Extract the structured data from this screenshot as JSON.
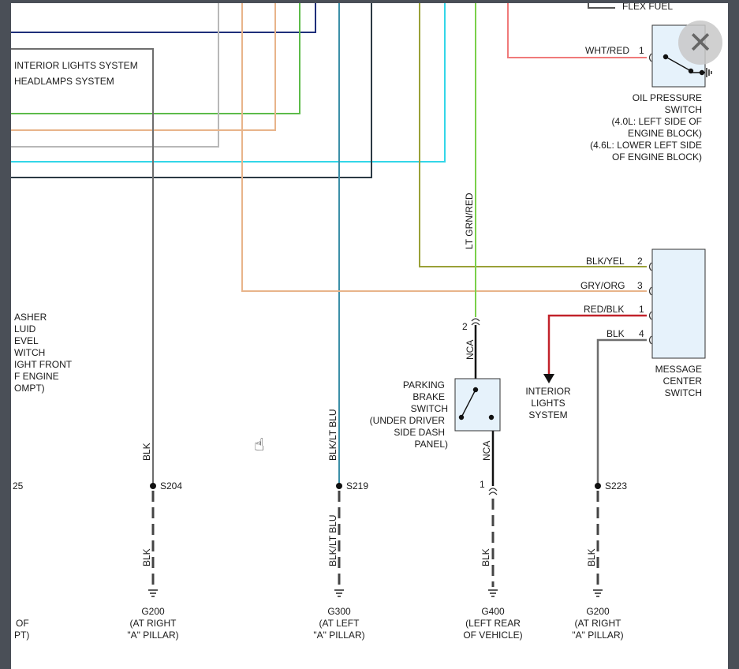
{
  "viewer": {
    "close_icon": "close-icon",
    "cursor_icon": "hand-pointer-icon"
  },
  "diagram": {
    "top_labels": {
      "flex_fuel": "FLEX FUEL",
      "interior_lights": "INTERIOR LIGHTS SYSTEM",
      "headlamps": "HEADLAMPS SYSTEM"
    },
    "washer_label": [
      "ASHER",
      "LUID",
      "EVEL",
      "WITCH",
      "IGHT FRONT",
      "F ENGINE",
      "OMPT)"
    ],
    "left_partial": {
      "splice": "25",
      "ground_lines": [
        "OF",
        "PT)"
      ]
    },
    "oil_pressure_switch": {
      "wire_label": "WHT/RED",
      "pin": "1",
      "name_lines": [
        "OIL PRESSURE",
        "SWITCH",
        "(4.0L: LEFT SIDE OF",
        "ENGINE BLOCK)",
        "(4.6L: LOWER LEFT SIDE",
        "OF ENGINE BLOCK)"
      ]
    },
    "lt_grn_red_label": "LT GRN/RED",
    "message_center": {
      "wires": [
        {
          "label": "BLK/YEL",
          "pin": "2"
        },
        {
          "label": "GRY/ORG",
          "pin": "3"
        },
        {
          "label": "RED/BLK",
          "pin": "1"
        },
        {
          "label": "BLK",
          "pin": "4"
        }
      ],
      "name_lines": [
        "MESSAGE",
        "CENTER",
        "SWITCH"
      ]
    },
    "interior_lights_arrow": [
      "INTERIOR",
      "LIGHTS",
      "SYSTEM"
    ],
    "parking_brake": {
      "top_pin": "2",
      "nca_top": "NCA",
      "nca_bottom": "NCA",
      "bottom_pin": "1",
      "name_lines": [
        "PARKING",
        "BRAKE",
        "SWITCH",
        "(UNDER DRIVER",
        "SIDE DASH",
        "PANEL)"
      ]
    },
    "splices": [
      {
        "id": "S204",
        "wire_top": "BLK",
        "wire_bottom": "BLK",
        "ground": [
          "G200",
          "(AT RIGHT",
          "\"A\" PILLAR)"
        ]
      },
      {
        "id": "S219",
        "wire_top": "BLK/LT BLU",
        "wire_bottom": "BLK/LT BLU",
        "ground": [
          "G300",
          "(AT LEFT",
          "\"A\" PILLAR)"
        ]
      },
      {
        "id": "",
        "wire_top": "",
        "wire_bottom": "BLK",
        "ground": [
          "G400",
          "(LEFT REAR",
          "OF VEHICLE)"
        ]
      },
      {
        "id": "S223",
        "wire_top": "",
        "wire_bottom": "BLK",
        "ground": [
          "G200",
          "(AT RIGHT",
          "\"A\" PILLAR)"
        ]
      }
    ],
    "colors": {
      "navy": "#1f2f7a",
      "green": "#5dbb4a",
      "light_gray": "#b8b8b8",
      "tan": "#e8b48a",
      "cyan": "#33d6e8",
      "dark": "#2b3a44",
      "gray": "#6e6e6e",
      "teal": "#3c8fa8",
      "olive": "#9aa037",
      "lime": "#7ad04a",
      "pink": "#f07a7a",
      "red": "#c2222a",
      "component_fill": "#e6f2fb"
    }
  }
}
